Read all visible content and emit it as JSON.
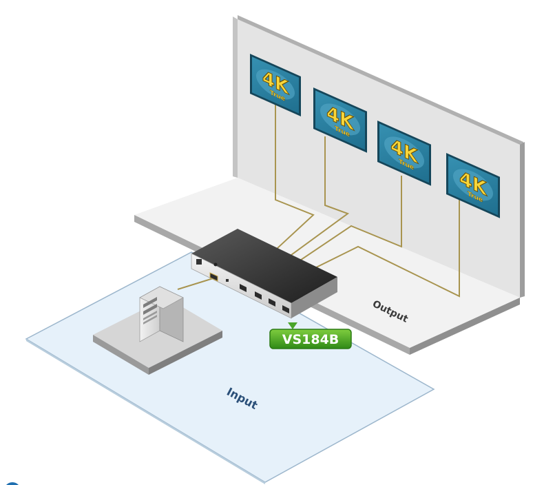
{
  "labels": {
    "output": "Output",
    "input": "Input",
    "model": "VS184B"
  },
  "display": {
    "big": "4K",
    "small": "True"
  },
  "colors": {
    "wall_face": "#e3e3e3",
    "wall_edge": "#a9a9a9",
    "floor_output": "#f1f1f1",
    "floor_input": "#e6f1fa",
    "floor_input_edge": "#9cb6cc",
    "cable": "#a8944f",
    "screen_bg": "#2a7fa0",
    "badge_green": "#3e9b22",
    "label_blue": "#2a4f78"
  }
}
